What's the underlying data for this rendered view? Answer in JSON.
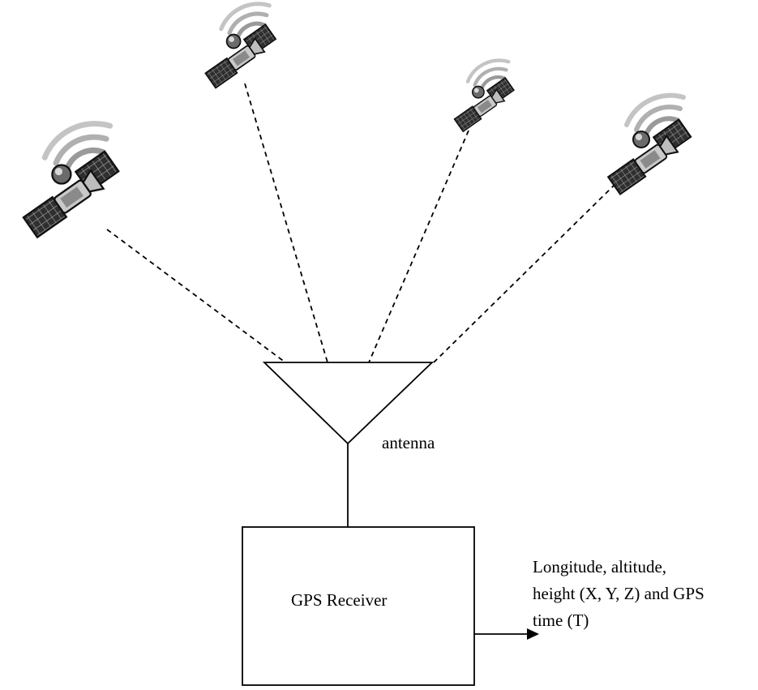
{
  "receiver": {
    "label": "GPS Receiver"
  },
  "antenna": {
    "label": "antenna"
  },
  "output": {
    "lines": [
      "Longitude, altitude,",
      "height (X, Y, Z) and GPS",
      "time (T)"
    ]
  },
  "satellites": [
    {
      "icon": "satellite-icon"
    },
    {
      "icon": "satellite-icon"
    },
    {
      "icon": "satellite-icon"
    },
    {
      "icon": "satellite-icon"
    }
  ],
  "colors": {
    "line": "#000000",
    "satellite_dark": "#2f2f2f",
    "satellite_mid": "#8a8a8a",
    "satellite_light": "#d0d0d0",
    "signal_arc": "#9a9a9a"
  }
}
